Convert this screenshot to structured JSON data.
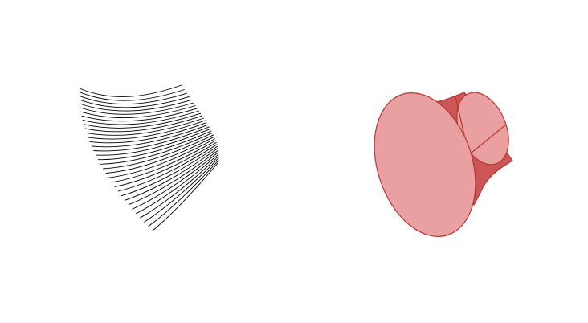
{
  "figures": [
    {
      "id": "ruled-surface-wireframe",
      "style": "line-family",
      "line_color": "#000000",
      "line_count": 34
    },
    {
      "id": "hyperboloid-shaded",
      "style": "shaded-surface",
      "fill_color": "#e8a0a0",
      "inner_color": "#cc5555",
      "edge_color": "#b83535"
    }
  ]
}
